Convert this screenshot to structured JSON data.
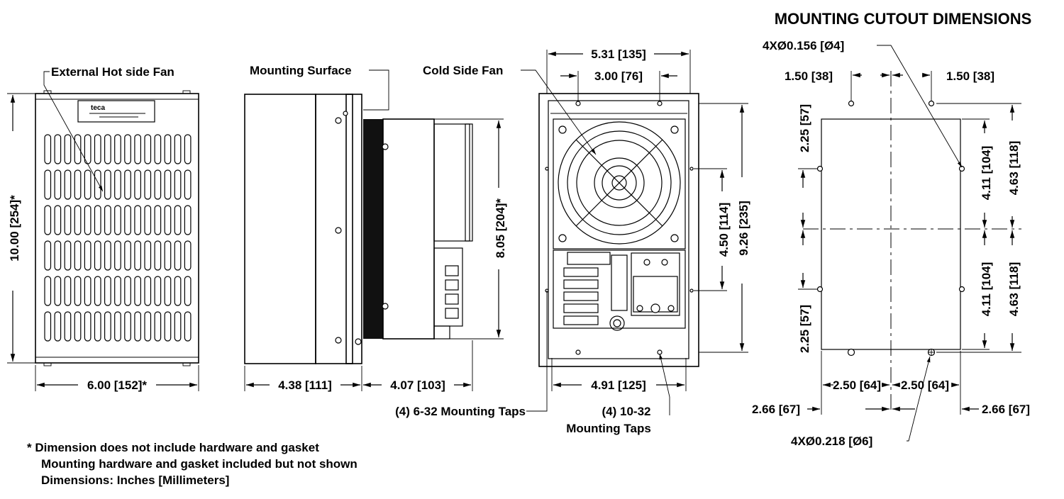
{
  "views": {
    "hot_side": {
      "callout": "External Hot side Fan",
      "height": "10.00 [254]*",
      "width": "6.00 [152]*",
      "logo_text": "teca"
    },
    "side": {
      "callout": "Mounting Surface",
      "depth_left": "4.38 [111]",
      "depth_right": "4.07 [103]",
      "height": "8.05 [204]*",
      "taps": "(4) 6-32 Mounting Taps"
    },
    "cold_side": {
      "callout": "Cold Side Fan",
      "width_overall": "5.31 [135]",
      "hole_spacing": "3.00 [76]",
      "height_overall": "9.26 [235]",
      "height_inner": "4.50 [114]",
      "width_bottom": "4.91 [125]",
      "taps_line1": "(4) 10-32",
      "taps_line2": "Mounting Taps"
    },
    "cutout": {
      "title": "MOUNTING CUTOUT DIMENSIONS",
      "small_holes": "4XØ0.156 [Ø4]",
      "large_holes": "4XØ0.218 [Ø6]",
      "top_left": "1.50 [38]",
      "top_right": "1.50 [38]",
      "left_upper": "2.25 [57]",
      "left_lower": "2.25 [57]",
      "right_inner_upper": "4.11 [104]",
      "right_inner_lower": "4.11 [104]",
      "right_outer_upper": "4.63 [118]",
      "right_outer_lower": "4.63 [118]",
      "bottom_inner_left": "2.50 [64]",
      "bottom_inner_right": "2.50 [64]",
      "bottom_outer_left": "2.66 [67]",
      "bottom_outer_right": "2.66 [67]"
    }
  },
  "notes": {
    "line1": "* Dimension does not include hardware and gasket",
    "line2": "Mounting hardware and gasket included but not shown",
    "line3": "Dimensions: Inches [Millimeters]"
  }
}
